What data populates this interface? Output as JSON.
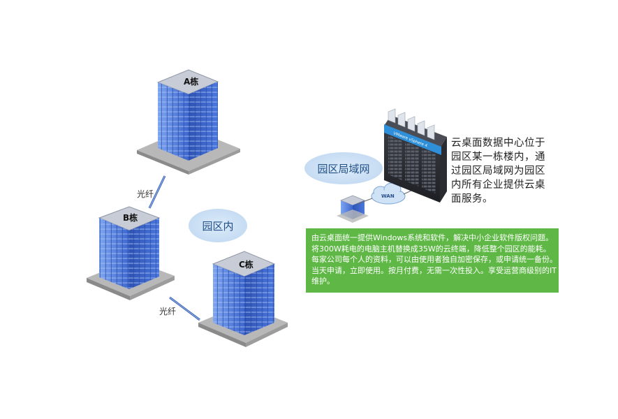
{
  "buildings": {
    "a": "A栋",
    "b": "B栋",
    "c": "C栋"
  },
  "fiber_label_top": "光纤",
  "fiber_label_bottom": "光纤",
  "campus_bubble": "园区内",
  "lan_bubble": "园区局域网",
  "wan_label": "WAN",
  "vmware_label": "VMware vSphere 4",
  "description": [
    "云桌面数据中心位于",
    "园区某一栋楼内，通",
    "过园区局域网为园区",
    "内所有企业提供云桌",
    "面服务。"
  ],
  "green_box_lines": [
    "由云桌面统一提供Windows系统和软件，解决中小企业软件版权问题。",
    "将300W耗电的电脑主机替换成35W的云终端，降低整个园区的能耗。",
    "每家公司每个人的资料，可以由使用者独自加密保存，或申请统一备份。",
    "当天申请，立即使用。按月付费，无需一次性投入。享受运营商级别的IT",
    "维护。"
  ],
  "colors": {
    "building_blue": "#3f6fd6",
    "green_box": "#5fb846",
    "bubble": "#c6dcf3",
    "fiber_line": "#3a63b6"
  }
}
